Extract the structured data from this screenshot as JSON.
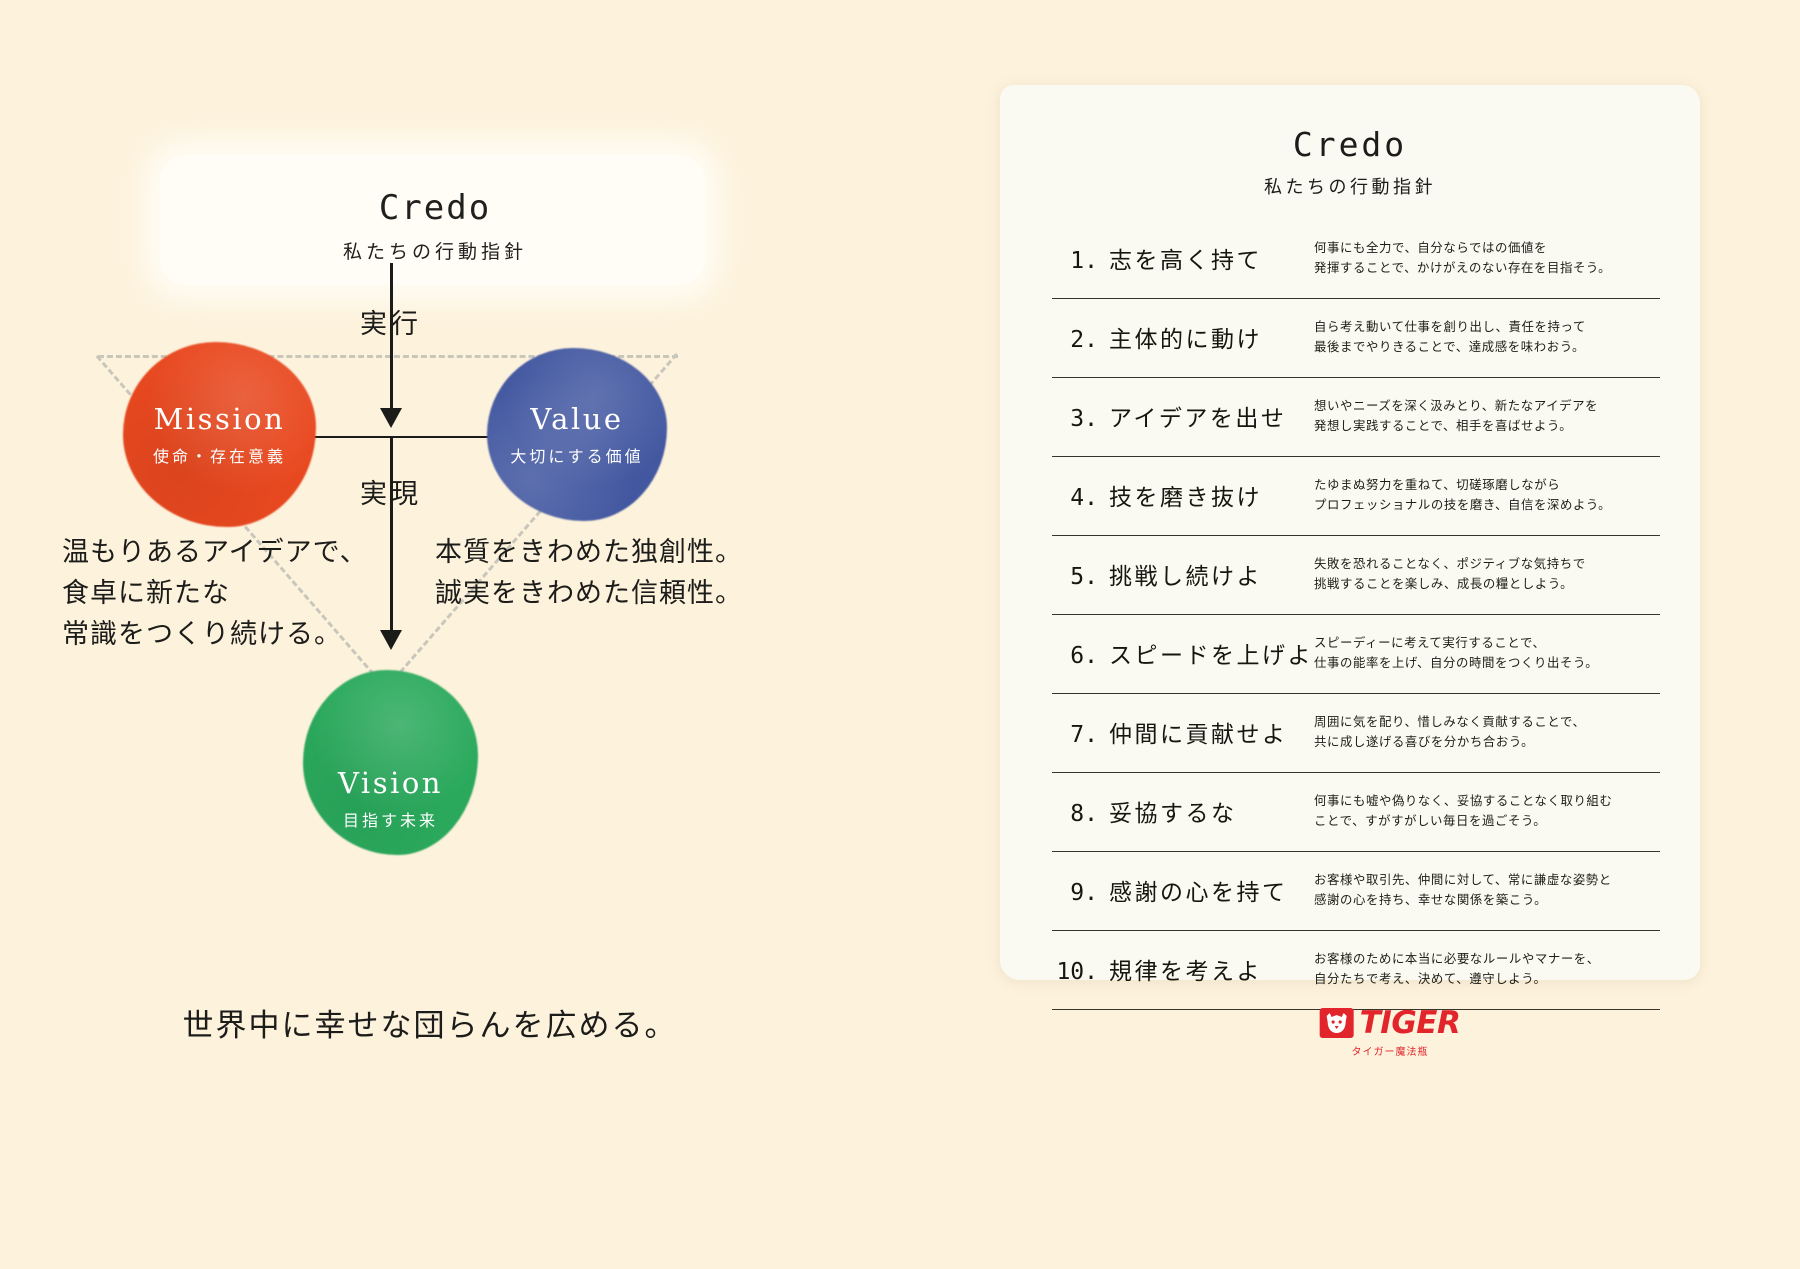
{
  "left": {
    "header": {
      "title": "Credo",
      "subtitle": "私たちの行動指針"
    },
    "flow": {
      "arrow1_label": "実行",
      "arrow2_label": "実現"
    },
    "blobs": [
      {
        "id": "mission",
        "en": "Mission",
        "jp": "使命・存在意義",
        "color": "#e8481f"
      },
      {
        "id": "value",
        "en": "Value",
        "jp": "大切にする価値",
        "color": "#4257a0"
      },
      {
        "id": "vision",
        "en": "Vision",
        "jp": "目指す未来",
        "color": "#2aa95c"
      }
    ],
    "mission_statement": "温もりあるアイデアで、\n食卓に新たな\n常識をつくり続ける。",
    "value_statement": "本質をきわめた独創性。\n誠実をきわめた信頼性。",
    "vision_statement": "世界中に幸せな団らんを広める。"
  },
  "right": {
    "header": {
      "title": "Credo",
      "subtitle": "私たちの行動指針"
    },
    "items": [
      {
        "num": "1.",
        "title": "志を高く持て",
        "desc": "何事にも全力で、自分ならではの価値を\n発揮することで、かけがえのない存在を目指そう。"
      },
      {
        "num": "2.",
        "title": "主体的に動け",
        "desc": "自ら考え動いて仕事を創り出し、責任を持って\n最後までやりきることで、達成感を味わおう。"
      },
      {
        "num": "3.",
        "title": "アイデアを出せ",
        "desc": "想いやニーズを深く汲みとり、新たなアイデアを\n発想し実践することで、相手を喜ばせよう。"
      },
      {
        "num": "4.",
        "title": "技を磨き抜け",
        "desc": "たゆまぬ努力を重ねて、切磋琢磨しながら\nプロフェッショナルの技を磨き、自信を深めよう。"
      },
      {
        "num": "5.",
        "title": "挑戦し続けよ",
        "desc": "失敗を恐れることなく、ポジティブな気持ちで\n挑戦することを楽しみ、成長の糧としよう。"
      },
      {
        "num": "6.",
        "title": "スピードを上げよ",
        "desc": "スピーディーに考えて実行することで、\n仕事の能率を上げ、自分の時間をつくり出そう。"
      },
      {
        "num": "7.",
        "title": "仲間に貢献せよ",
        "desc": "周囲に気を配り、惜しみなく貢献することで、\n共に成し遂げる喜びを分かち合おう。"
      },
      {
        "num": "8.",
        "title": "妥協するな",
        "desc": "何事にも嘘や偽りなく、妥協することなく取り組む\nことで、すがすがしい毎日を過ごそう。"
      },
      {
        "num": "9.",
        "title": "感謝の心を持て",
        "desc": "お客様や取引先、仲間に対して、常に謙虚な姿勢と\n感謝の心を持ち、幸せな関係を築こう。"
      },
      {
        "num": "10.",
        "title": "規律を考えよ",
        "desc": "お客様のために本当に必要なルールやマナーを、\n自分たちで考え、決めて、遵守しよう。"
      }
    ]
  },
  "logo": {
    "word": "TIGER",
    "jp": "タイガー魔法瓶",
    "color": "#e2242b"
  },
  "colors": {
    "background": "#fdf2dc",
    "paper": "#fbfaf2",
    "ink": "#1c1c1a",
    "dash": "#c9c6bb"
  }
}
